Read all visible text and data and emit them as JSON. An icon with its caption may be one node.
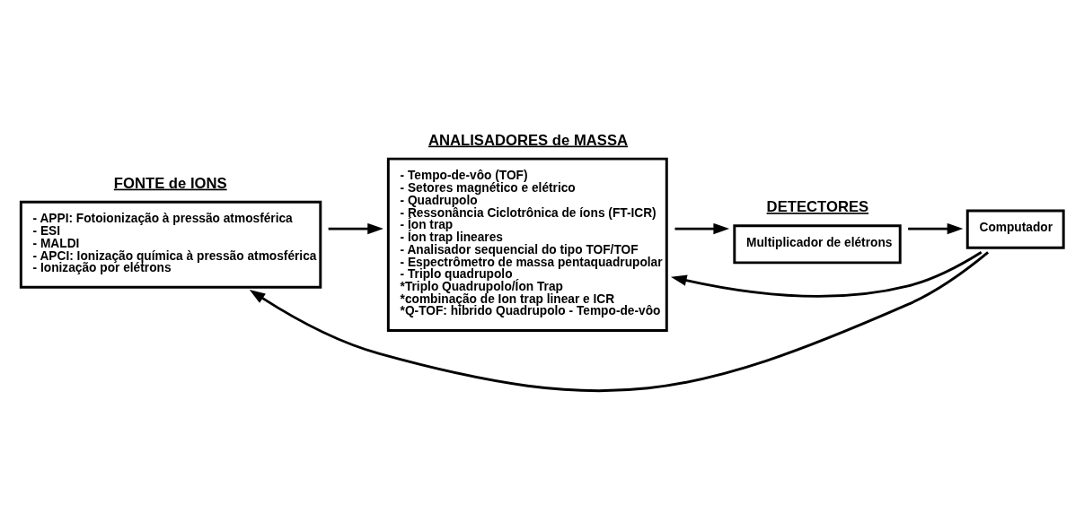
{
  "diagram": {
    "nodes": [
      {
        "text": [
          "FONTE de IONS",
          "- APPI: Fotoionização à pressão atmosférica",
          "- ESI",
          "- MALDI",
          "- APCI: Ionização química à pressão atmosférica",
          "- Ionização por elétrons"
        ]
      },
      {
        "text": [
          "ANALISADORES de MASSA",
          "- Tempo-de-vôo (TOF)",
          "- Setores magnético e elétrico",
          "- Quadrupolo",
          "- Ressonância Ciclotrônica de íons (FT-ICR)",
          "- Íon trap",
          "- Íon trap lineares",
          "- Analisador sequencial do tipo TOF/TOF",
          "- Espectrômetro de massa pentaquadrupolar",
          "- Triplo quadrupolo",
          "*Triplo Quadrupolo/Íon Trap",
          "*combinação de Ion trap linear e ICR",
          "*Q-TOF: híbrido Quadrupolo - Tempo-de-vôo"
        ]
      },
      {
        "text": [
          "DETECTORES",
          "Multiplicador de elétrons"
        ]
      },
      {
        "text": [
          "Computador"
        ]
      }
    ],
    "edges": [
      {
        "from": 0,
        "to": 1,
        "arrow": "to"
      },
      {
        "from": 1,
        "to": 2,
        "arrow": "to"
      },
      {
        "from": 2,
        "to": 3,
        "arrow": "to"
      },
      {
        "from": 3,
        "to": 0,
        "arrow": "to"
      },
      {
        "from": 3,
        "to": 1,
        "arrow": "to"
      }
    ]
  }
}
